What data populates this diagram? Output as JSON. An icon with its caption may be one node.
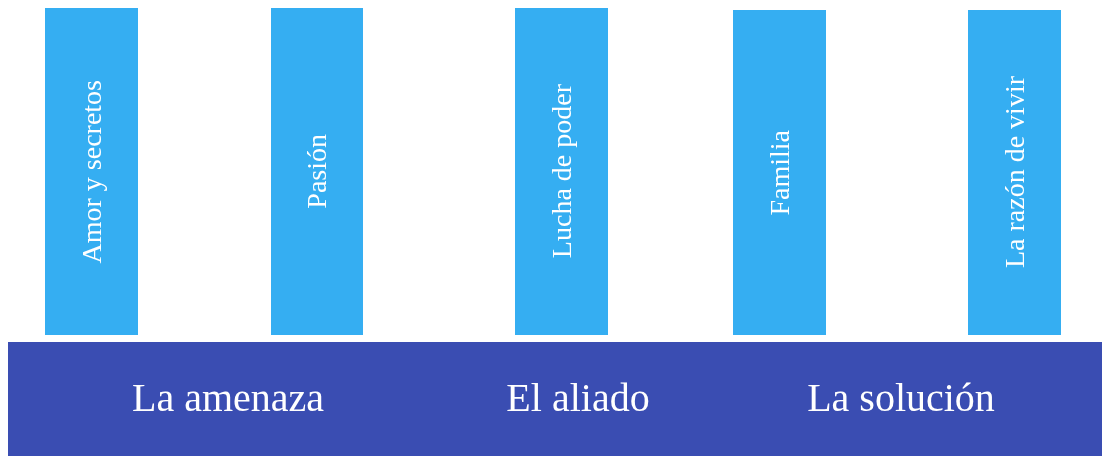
{
  "diagram": {
    "nodes": [
      {
        "text": [
          "Amor y secretos"
        ]
      },
      {
        "text": [
          "Pasión"
        ]
      },
      {
        "text": [
          "Lucha de poder"
        ]
      },
      {
        "text": [
          "Familia"
        ]
      },
      {
        "text": [
          "La razón de vivir"
        ]
      },
      {
        "text": [
          "La amenaza",
          "El aliado",
          "La solución"
        ]
      }
    ]
  }
}
